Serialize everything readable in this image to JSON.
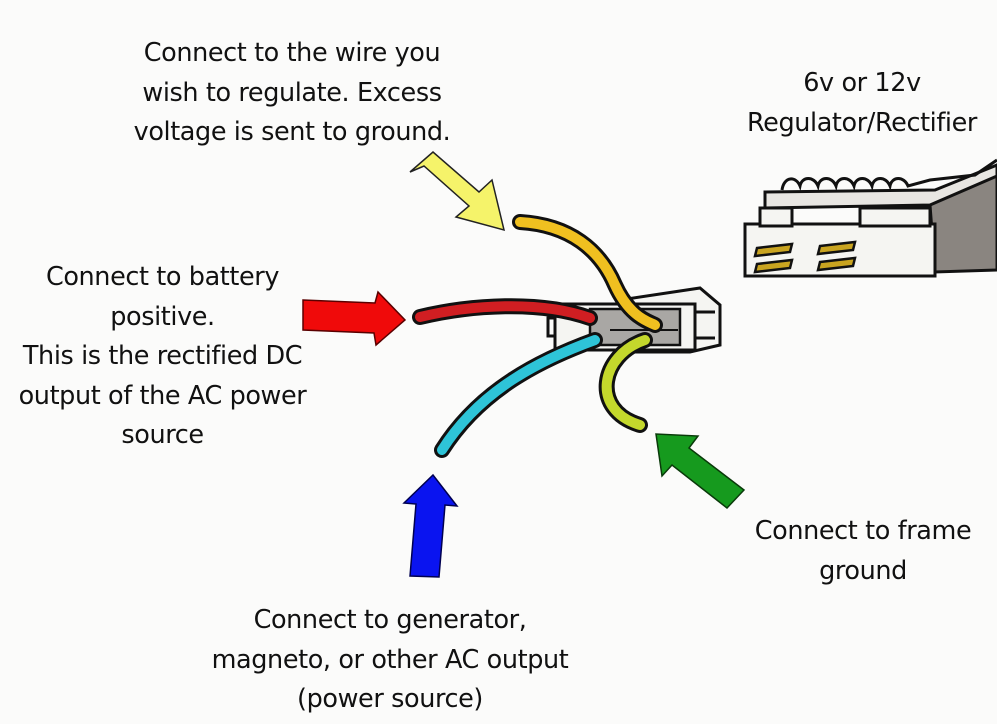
{
  "title": "Regulator/Rectifier wiring diagram",
  "regulator": {
    "label_lines": [
      "6v or 12v",
      "Regulator/Rectifier"
    ]
  },
  "wires": [
    {
      "id": "yellow",
      "wire_color": "#f0c020",
      "arrow_color": "#f5f36a",
      "label_lines": [
        "Connect to the wire you",
        "wish to regulate. Excess",
        "voltage is sent to ground."
      ]
    },
    {
      "id": "red",
      "wire_color": "#d01e22",
      "arrow_color": "#f00a0a",
      "label_lines": [
        "Connect to battery",
        "positive.",
        "This is the rectified DC",
        "output of the AC power",
        "source"
      ]
    },
    {
      "id": "blue",
      "wire_color": "#2ec4d8",
      "arrow_color": "#0a14f0",
      "label_lines": [
        "Connect to generator,",
        "magneto, or other AC output",
        "(power source)"
      ]
    },
    {
      "id": "green",
      "wire_color": "#c4d82c",
      "arrow_color": "#169a1e",
      "label_lines": [
        "Connect to frame",
        "ground"
      ]
    }
  ]
}
